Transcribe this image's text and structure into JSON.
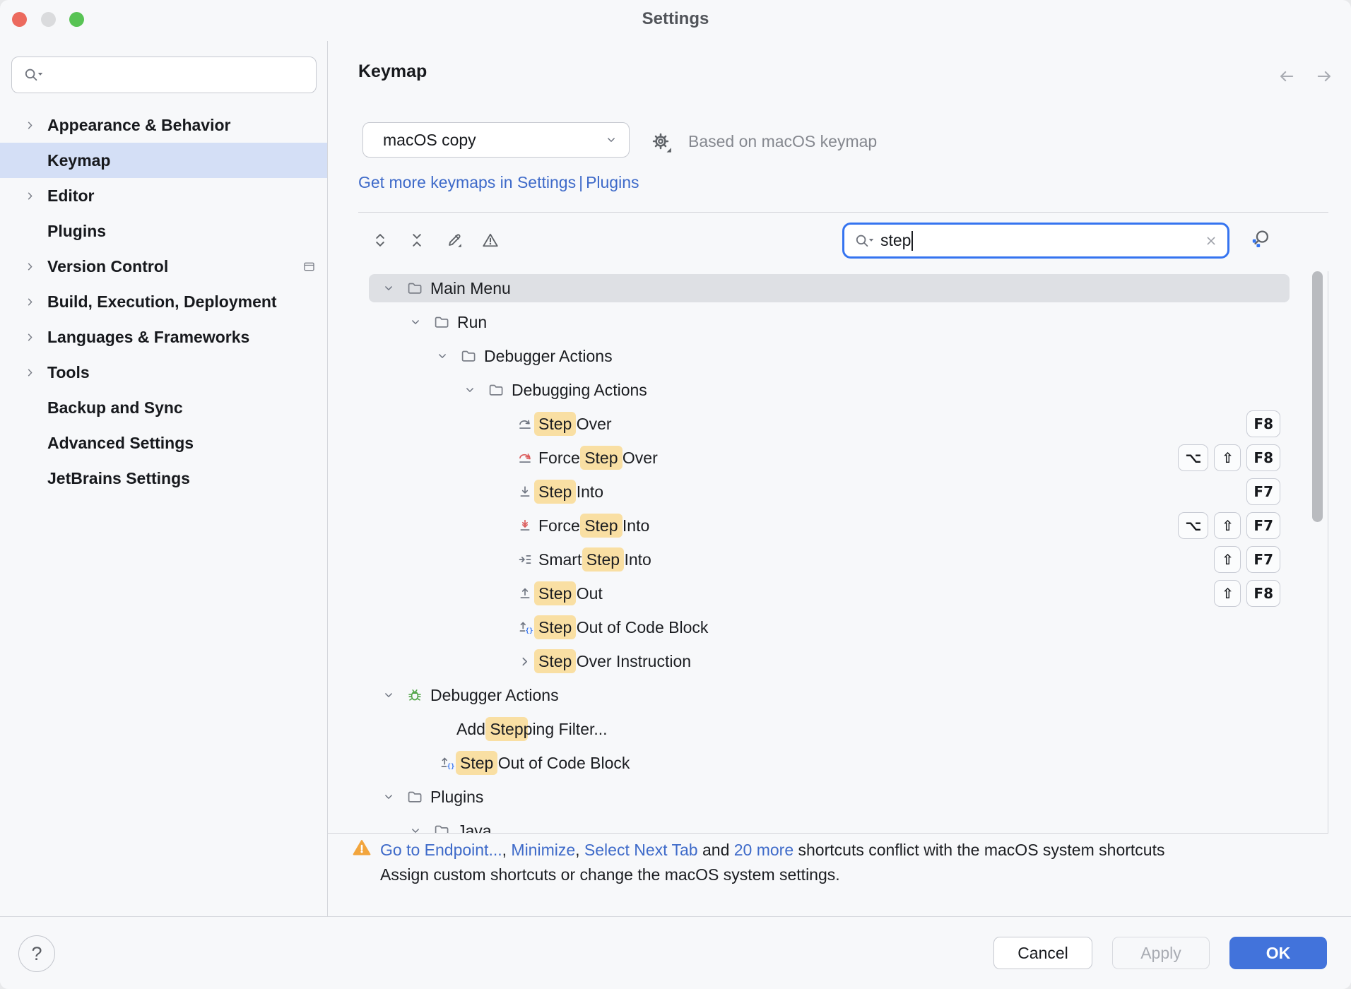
{
  "window": {
    "title": "Settings"
  },
  "titlebar": {
    "buttons": [
      "close",
      "minimize",
      "zoom"
    ]
  },
  "colors": {
    "accent": "#3574F0",
    "link": "#3E6AC9",
    "match_highlight": "#F9DFA3",
    "warning": "#F2A53D",
    "ok_button": "#4273DB",
    "sidebar_selection": "#D4DFF6",
    "tree_selection": "#DEE0E4",
    "force_icon_red": "#DB5A5A",
    "bug_green": "#50A545"
  },
  "sidebar": {
    "search": {
      "value": "",
      "placeholder": "",
      "icon": "search-icon"
    },
    "items": [
      {
        "label": "Appearance & Behavior",
        "chevron": true
      },
      {
        "label": "Keymap",
        "chevron": false,
        "selected": true
      },
      {
        "label": "Editor",
        "chevron": true
      },
      {
        "label": "Plugins",
        "chevron": false
      },
      {
        "label": "Version Control",
        "chevron": true,
        "trailing_icon": "project-indicator-icon"
      },
      {
        "label": "Build, Execution, Deployment",
        "chevron": true
      },
      {
        "label": "Languages & Frameworks",
        "chevron": true
      },
      {
        "label": "Tools",
        "chevron": true
      },
      {
        "label": "Backup and Sync",
        "chevron": false
      },
      {
        "label": "Advanced Settings",
        "chevron": false
      },
      {
        "label": "JetBrains Settings",
        "chevron": false
      }
    ]
  },
  "header": {
    "title": "Keymap",
    "keymap_select_value": "macOS copy",
    "based_on": "Based on macOS keymap",
    "link1": "Get more keymaps in Settings",
    "link_sep": "|",
    "link2": "Plugins",
    "nav": [
      "back-arrow-icon",
      "forward-arrow-icon"
    ]
  },
  "toolbar": {
    "icons": [
      "expand-all-icon",
      "collapse-all-icon",
      "edit-icon",
      "show-conflicts-icon"
    ]
  },
  "search": {
    "value": "step",
    "clear_icon": "clear-icon",
    "find_by_shortcut_icon": "find-by-shortcut-icon"
  },
  "tree": {
    "items": [
      {
        "indent": 77,
        "chevron": true,
        "icon": "folder",
        "parts": [
          {
            "t": "Main Menu"
          }
        ],
        "keys": [],
        "selected": true
      },
      {
        "indent": 115,
        "chevron": true,
        "icon": "folder",
        "parts": [
          {
            "t": "Run"
          }
        ],
        "keys": []
      },
      {
        "indent": 153,
        "chevron": true,
        "icon": "folder",
        "parts": [
          {
            "t": "Debugger Actions"
          }
        ],
        "keys": []
      },
      {
        "indent": 192,
        "chevron": true,
        "icon": "folder",
        "parts": [
          {
            "t": "Debugging Actions"
          }
        ],
        "keys": []
      },
      {
        "indent": 268,
        "chevron": false,
        "icon": "step-over",
        "parts": [
          {
            "t": "Step",
            "h": true
          },
          {
            "t": " Over"
          }
        ],
        "keys": [
          "F8"
        ]
      },
      {
        "indent": 268,
        "chevron": false,
        "icon": "force-step-over",
        "parts": [
          {
            "t": "Force "
          },
          {
            "t": "Step",
            "h": true
          },
          {
            "t": " Over"
          }
        ],
        "keys": [
          "⌥",
          "⇧",
          "F8"
        ]
      },
      {
        "indent": 268,
        "chevron": false,
        "icon": "step-into",
        "parts": [
          {
            "t": "Step",
            "h": true
          },
          {
            "t": " Into"
          }
        ],
        "keys": [
          "F7"
        ]
      },
      {
        "indent": 268,
        "chevron": false,
        "icon": "force-step-into",
        "parts": [
          {
            "t": "Force "
          },
          {
            "t": "Step",
            "h": true
          },
          {
            "t": " Into"
          }
        ],
        "keys": [
          "⌥",
          "⇧",
          "F7"
        ]
      },
      {
        "indent": 268,
        "chevron": false,
        "icon": "smart-step-into",
        "parts": [
          {
            "t": "Smart "
          },
          {
            "t": "Step",
            "h": true
          },
          {
            "t": " Into"
          }
        ],
        "keys": [
          "⇧",
          "F7"
        ]
      },
      {
        "indent": 268,
        "chevron": false,
        "icon": "step-out",
        "parts": [
          {
            "t": "Step",
            "h": true
          },
          {
            "t": " Out"
          }
        ],
        "keys": [
          "⇧",
          "F8"
        ]
      },
      {
        "indent": 268,
        "chevron": false,
        "icon": "step-out-code-block",
        "parts": [
          {
            "t": "Step",
            "h": true
          },
          {
            "t": " Out of Code Block"
          }
        ],
        "keys": []
      },
      {
        "indent": 268,
        "chevron": false,
        "icon": "chevron-right-small",
        "parts": [
          {
            "t": "Step",
            "h": true
          },
          {
            "t": " Over Instruction"
          }
        ],
        "keys": []
      },
      {
        "indent": 77,
        "chevron": true,
        "icon": "bug",
        "parts": [
          {
            "t": "Debugger Actions"
          }
        ],
        "keys": []
      },
      {
        "indent": 182,
        "chevron": false,
        "icon": null,
        "parts": [
          {
            "t": "Add "
          },
          {
            "t": "Step",
            "h": true
          },
          {
            "t": "ping Filter..."
          }
        ],
        "keys": []
      },
      {
        "indent": 157,
        "chevron": false,
        "icon": "step-out-code-block",
        "parts": [
          {
            "t": "Step",
            "h": true
          },
          {
            "t": " Out of Code Block"
          }
        ],
        "keys": []
      },
      {
        "indent": 77,
        "chevron": true,
        "icon": "folder",
        "parts": [
          {
            "t": "Plugins"
          }
        ],
        "keys": []
      },
      {
        "indent": 115,
        "chevron": true,
        "icon": "folder",
        "parts": [
          {
            "t": "Java"
          }
        ],
        "keys": []
      }
    ]
  },
  "warning": {
    "icon": "warning-filled-icon",
    "line1_segments": [
      {
        "t": "Go to Endpoint...",
        "link": true
      },
      {
        "t": ", ",
        "link": false
      },
      {
        "t": "Minimize",
        "link": true
      },
      {
        "t": ", ",
        "link": false
      },
      {
        "t": "Select Next Tab",
        "link": true
      },
      {
        "t": " and ",
        "link": false
      },
      {
        "t": "20 more",
        "link": true
      },
      {
        "t": " shortcuts conflict with the macOS system shortcuts",
        "link": false
      }
    ],
    "line2": "Assign custom shortcuts or change the macOS system settings."
  },
  "footer": {
    "help": "?",
    "cancel": "Cancel",
    "apply": "Apply",
    "ok": "OK"
  }
}
